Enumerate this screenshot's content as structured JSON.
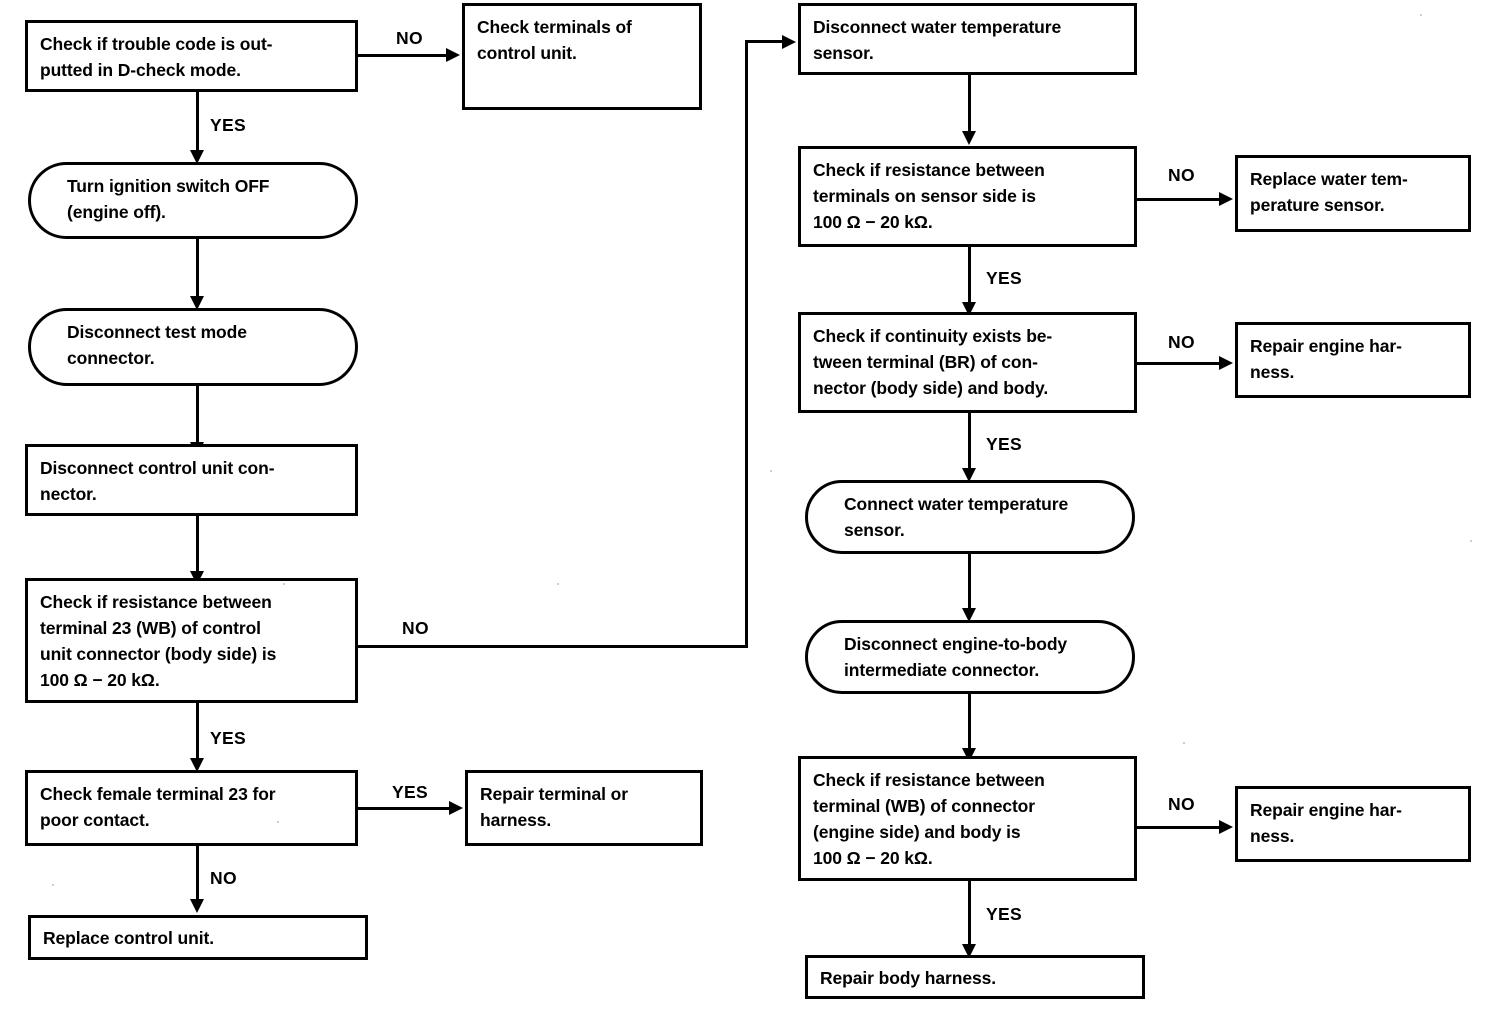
{
  "diagram": {
    "title": "Water temperature sensor circuit diagnostic flowchart",
    "type": "flowchart",
    "orientation": "two-column",
    "colors": {
      "stroke": "#000000",
      "background": "#ffffff",
      "text": "#000000"
    },
    "labels": {
      "yes": "YES",
      "no": "NO"
    },
    "nodes": {
      "n1": {
        "shape": "rect",
        "text": "Check if trouble code is out-\nputted in D-check mode."
      },
      "n2": {
        "shape": "rect",
        "text": "Check terminals of\ncontrol unit."
      },
      "n3": {
        "shape": "rounded",
        "text": "Turn ignition switch OFF\n(engine off)."
      },
      "n4": {
        "shape": "rounded",
        "text": "Disconnect test mode\nconnector."
      },
      "n5": {
        "shape": "rect",
        "text": "Disconnect control unit con-\nnector."
      },
      "n6": {
        "shape": "rect",
        "text": "Check if resistance between\nterminal 23 (WB) of control\nunit connector (body side) is\n100 Ω − 20 kΩ."
      },
      "n7": {
        "shape": "rect",
        "text": "Check female terminal 23 for\npoor contact."
      },
      "n8": {
        "shape": "rect",
        "text": "Repair terminal or\nharness."
      },
      "n9": {
        "shape": "rect",
        "text": "Replace control unit."
      },
      "n10": {
        "shape": "rect",
        "text": "Disconnect water temperature\nsensor."
      },
      "n11": {
        "shape": "rect",
        "text": "Check if resistance between\nterminals on sensor side is\n100 Ω − 20 kΩ."
      },
      "n12": {
        "shape": "rect",
        "text": "Replace water tem-\nperature sensor."
      },
      "n13": {
        "shape": "rect",
        "text": "Check if continuity exists be-\ntween terminal (BR) of con-\nnector (body side) and body."
      },
      "n14": {
        "shape": "rect",
        "text": "Repair engine har-\nness."
      },
      "n15": {
        "shape": "rounded",
        "text": "Connect water temperature\nsensor."
      },
      "n16": {
        "shape": "rounded",
        "text": "Disconnect engine-to-body\nintermediate connector."
      },
      "n17": {
        "shape": "rect",
        "text": "Check if resistance between\nterminal (WB) of connector\n(engine side) and body is\n100 Ω − 20 kΩ."
      },
      "n18": {
        "shape": "rect",
        "text": "Repair engine har-\nness."
      },
      "n19": {
        "shape": "rect",
        "text": "Repair body harness."
      }
    },
    "edges": [
      {
        "id": "e1",
        "from": "n1",
        "to": "n2",
        "label": "NO",
        "direction": "right"
      },
      {
        "id": "e2",
        "from": "n1",
        "to": "n3",
        "label": "YES",
        "direction": "down"
      },
      {
        "id": "e3",
        "from": "n3",
        "to": "n4",
        "label": "",
        "direction": "down"
      },
      {
        "id": "e4",
        "from": "n4",
        "to": "n5",
        "label": "",
        "direction": "down"
      },
      {
        "id": "e5",
        "from": "n5",
        "to": "n6",
        "label": "",
        "direction": "down"
      },
      {
        "id": "e6",
        "from": "n6",
        "to": "n10",
        "label": "NO",
        "direction": "right-up"
      },
      {
        "id": "e7",
        "from": "n6",
        "to": "n7",
        "label": "YES",
        "direction": "down"
      },
      {
        "id": "e8",
        "from": "n7",
        "to": "n8",
        "label": "YES",
        "direction": "right"
      },
      {
        "id": "e9",
        "from": "n7",
        "to": "n9",
        "label": "NO",
        "direction": "down"
      },
      {
        "id": "e10",
        "from": "n10",
        "to": "n11",
        "label": "",
        "direction": "down"
      },
      {
        "id": "e11",
        "from": "n11",
        "to": "n12",
        "label": "NO",
        "direction": "right"
      },
      {
        "id": "e12",
        "from": "n11",
        "to": "n13",
        "label": "YES",
        "direction": "down"
      },
      {
        "id": "e13",
        "from": "n13",
        "to": "n14",
        "label": "NO",
        "direction": "right"
      },
      {
        "id": "e14",
        "from": "n13",
        "to": "n15",
        "label": "YES",
        "direction": "down"
      },
      {
        "id": "e15",
        "from": "n15",
        "to": "n16",
        "label": "",
        "direction": "down"
      },
      {
        "id": "e16",
        "from": "n16",
        "to": "n17",
        "label": "",
        "direction": "down"
      },
      {
        "id": "e17",
        "from": "n17",
        "to": "n18",
        "label": "NO",
        "direction": "right"
      },
      {
        "id": "e18",
        "from": "n17",
        "to": "n19",
        "label": "YES",
        "direction": "down"
      }
    ]
  }
}
